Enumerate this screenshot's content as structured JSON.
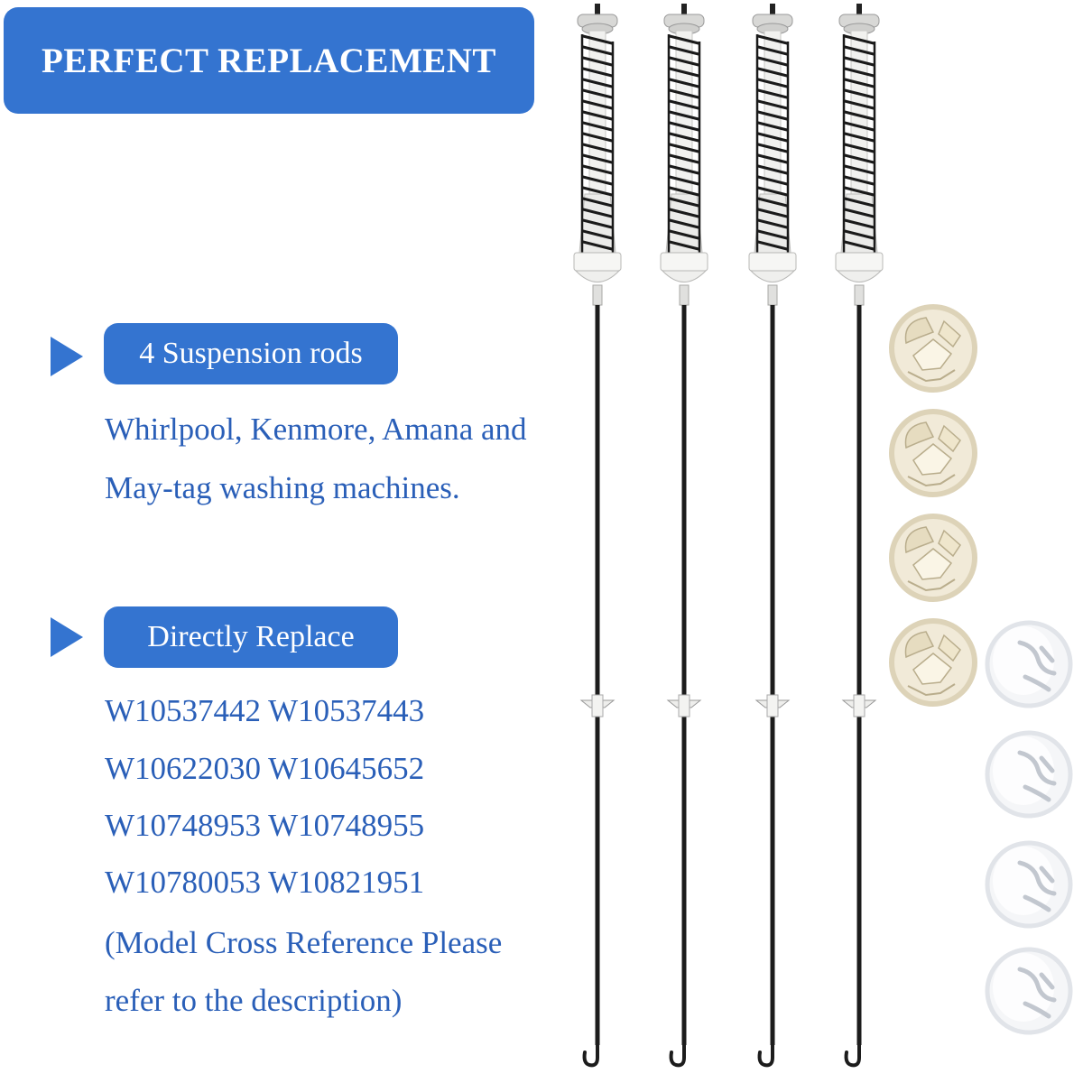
{
  "colors": {
    "accent": "#3474D0",
    "text_blue": "#2A5FB8"
  },
  "banner": {
    "label": "PERFECT REPLACEMENT"
  },
  "section1": {
    "badge": "4 Suspension rods",
    "lines": [
      "Whirlpool, Kenmore, Amana and",
      "May-tag washing machines."
    ]
  },
  "section2": {
    "badge": "Directly Replace",
    "lines": [
      "W10537442 W10537443",
      "W10622030 W10645652",
      "W10748953 W10748955",
      "W10780053 W10821951",
      "(Model Cross Reference Please",
      "refer to the description)"
    ]
  },
  "product": {
    "rods": 4,
    "dampers": 4,
    "caps": 4,
    "icons": [
      "suspension-rod-icon",
      "damper-icon",
      "cap-icon",
      "play-arrow-icon"
    ]
  }
}
